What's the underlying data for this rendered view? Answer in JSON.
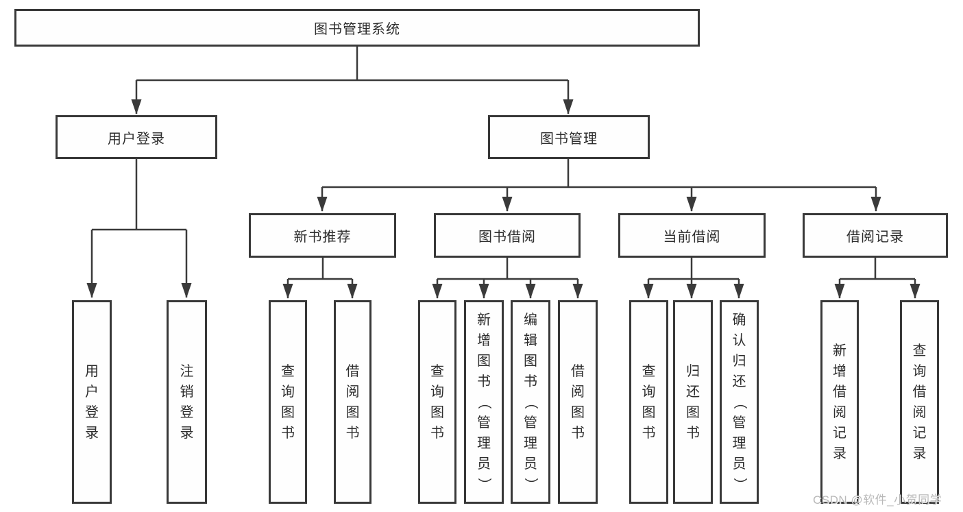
{
  "tree": {
    "root": {
      "label": "图书管理系统"
    },
    "children": [
      {
        "label": "用户登录",
        "children": [
          {
            "label": "用户登录"
          },
          {
            "label": "注销登录"
          }
        ]
      },
      {
        "label": "图书管理",
        "children": [
          {
            "label": "新书推荐",
            "children": [
              {
                "label": "查询图书"
              },
              {
                "label": "借阅图书"
              }
            ]
          },
          {
            "label": "图书借阅",
            "children": [
              {
                "label": "查询图书"
              },
              {
                "label": "新增图书（管理员）"
              },
              {
                "label": "编辑图书（管理员）"
              },
              {
                "label": "借阅图书"
              }
            ]
          },
          {
            "label": "当前借阅",
            "children": [
              {
                "label": "查询图书"
              },
              {
                "label": "归还图书"
              },
              {
                "label": "确认归还（管理员）"
              }
            ]
          },
          {
            "label": "借阅记录",
            "children": [
              {
                "label": "新增借阅记录"
              },
              {
                "label": "查询借阅记录"
              }
            ]
          }
        ]
      }
    ]
  },
  "watermark": {
    "text": "CSDN @软件_小贺同学"
  },
  "colors": {
    "line": "#3a3a3a",
    "box_border": "#383838",
    "text": "#2d2d2d",
    "watermark": "#b9b9b9",
    "background": "#ffffff"
  }
}
